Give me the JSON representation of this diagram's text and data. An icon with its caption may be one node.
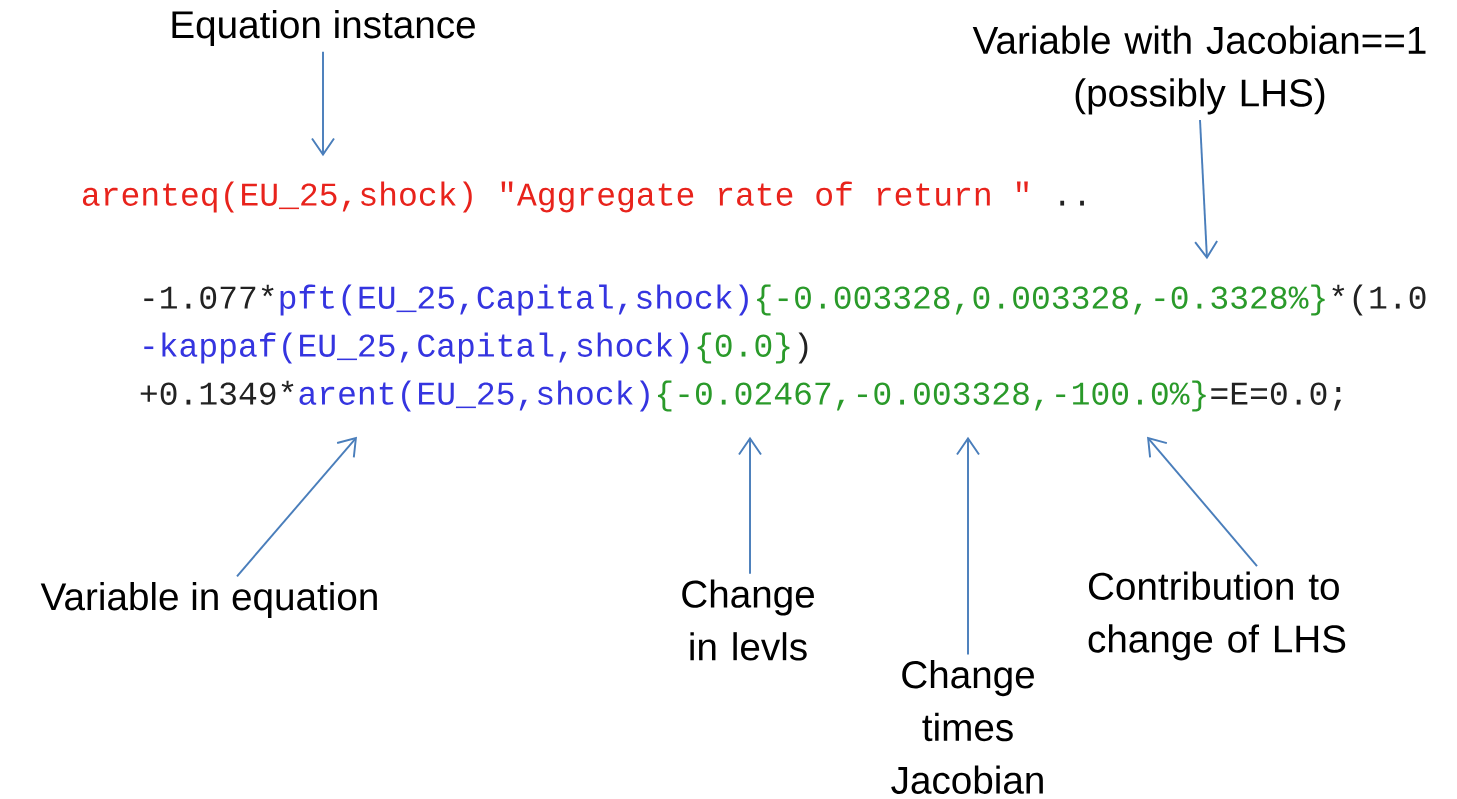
{
  "diagram": {
    "nodes": [
      {
        "text": [
          "Equation instance"
        ]
      },
      {
        "text": [
          "Variable with Jacobian==1 (possibly LHS)"
        ]
      },
      {
        "text": [
          "arenteq(EU_25,shock) \"Aggregate rate of return \"",
          ".."
        ]
      },
      {
        "text": [
          "-1.077*",
          "pft(EU_25,Capital,shock)",
          "{-0.003328,0.003328,-0.3328%}",
          "*(1.0"
        ]
      },
      {
        "text": [
          "-kappaf(EU_25,Capital,shock)",
          "{0.0}",
          ")"
        ]
      },
      {
        "text": [
          "+0.1349*",
          "arent(EU_25,shock)",
          "{-0.02467,-0.003328,-100.0%}",
          "=E=0.0;"
        ]
      },
      {
        "text": [
          "Variable in equation"
        ]
      },
      {
        "text": [
          "Change in levls"
        ]
      },
      {
        "text": [
          "Change times Jacobian"
        ]
      },
      {
        "text": [
          "Contribution to change of LHS"
        ]
      }
    ],
    "edges": [
      {
        "from": 0,
        "to": 2,
        "arrow": "to"
      },
      {
        "from": 1,
        "to": 3,
        "arrow": "to"
      },
      {
        "from": 6,
        "to": 5,
        "arrow": "to"
      },
      {
        "from": 7,
        "to": 5,
        "arrow": "to"
      },
      {
        "from": 8,
        "to": 5,
        "arrow": "to"
      },
      {
        "from": 9,
        "to": 5,
        "arrow": "to"
      }
    ]
  }
}
